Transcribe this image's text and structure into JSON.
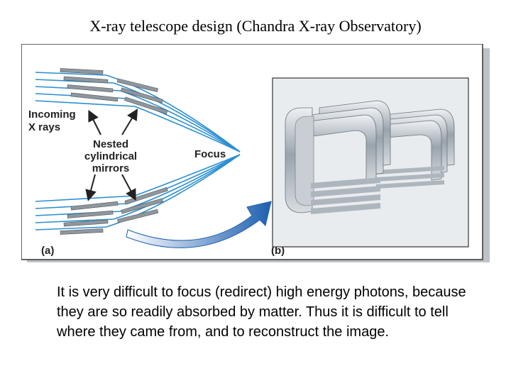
{
  "title": "X-ray telescope design (Chandra X-ray Observatory)",
  "figure": {
    "labels": {
      "incoming_line1": "Incoming",
      "incoming_line2": "X rays",
      "nested_line1": "Nested",
      "nested_line2": "cylindrical",
      "nested_line3": "mirrors",
      "focus": "Focus",
      "panel_a": "(a)",
      "panel_b": "(b)"
    },
    "colors": {
      "ray": "#2a8fd0",
      "arrow": "#1e5fb0",
      "mirror": "#9aa4ad",
      "panel_bg": "#e9ecef"
    }
  },
  "caption": "It is very difficult to focus (redirect) high energy photons, because they are so readily absorbed by matter. Thus it is difficult to tell where they came from, and to reconstruct the image."
}
